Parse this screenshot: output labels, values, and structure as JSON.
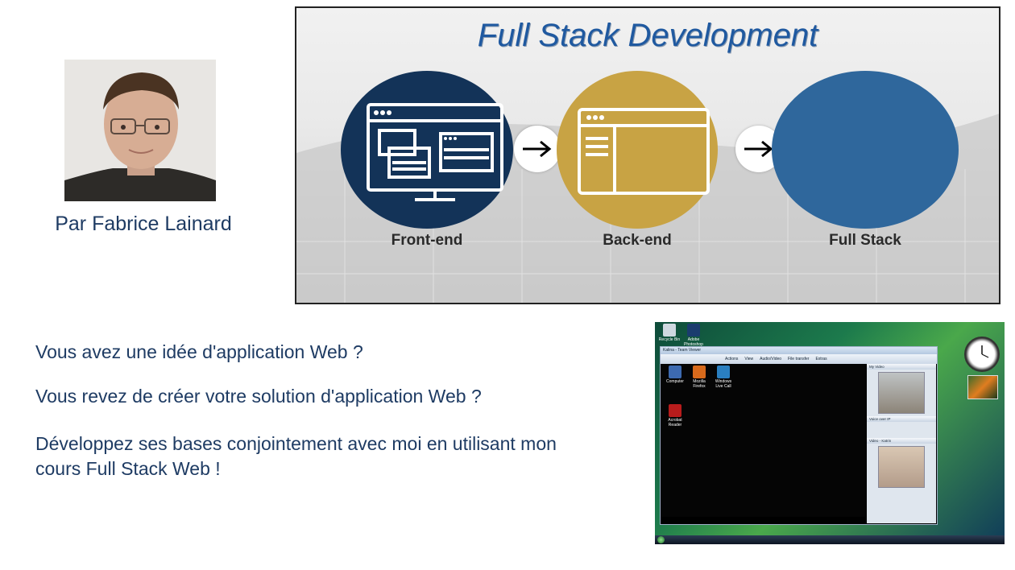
{
  "author": {
    "name": "Par Fabrice Lainard"
  },
  "banner": {
    "title": "Full Stack Development",
    "stages": [
      {
        "label": "Front-end"
      },
      {
        "label": "Back-end"
      },
      {
        "label": "Full Stack"
      }
    ],
    "colors": {
      "frontend": "#133358",
      "backend": "#c8a344",
      "fullstack": "#2f679c"
    }
  },
  "pitch": {
    "line1": "Vous avez une idée d'application Web ?",
    "line2": "Vous revez de créer votre solution d'application Web ?",
    "line3": "Développez ses bases conjointement avec moi en utilisant mon cours Full Stack Web !"
  },
  "desktop": {
    "window_title": "Kalina - Team Viewer",
    "toolbar": [
      "Actions",
      "View",
      "Audio/Video",
      "File transfer",
      "Extras"
    ],
    "panel_my_video": "My Video",
    "panel_voice": "Voice over IP",
    "panel_partner_video": "Video - Katrin",
    "icons": [
      "Recycle Bin",
      "Adobe Photoshop",
      "Computer",
      "Mozilla Firefox",
      "Windows Live Call",
      "Acrobat Reader"
    ]
  }
}
